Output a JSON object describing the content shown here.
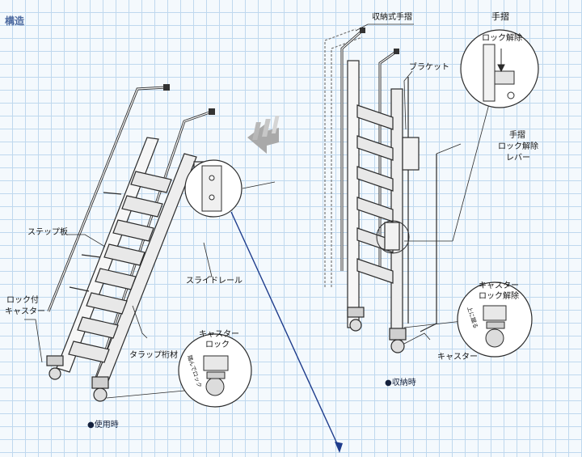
{
  "title": "構造",
  "labels": {
    "step_board": "ステップ板",
    "lock_caster_1": "ロック付",
    "lock_caster_2": "キャスター",
    "slide_rail": "スライドレール",
    "trap_beam": "タラップ桁材",
    "caster_lock_1": "キャスター",
    "caster_lock_2": "ロック",
    "press_text": "踏んでロック",
    "storage_handrail": "収納式手摺",
    "bracket": "ブラケット",
    "handrail_title": "手摺",
    "lock_release": "ロック解除",
    "lever_1": "手摺",
    "lever_2": "ロック解除",
    "lever_3": "レバー",
    "caster_release_1": "キャスター",
    "caster_release_2": "ロック解除",
    "kick_text": "上に蹴る",
    "caster": "キャスター"
  },
  "captions": {
    "in_use": "●使用時",
    "stored": "●収納時"
  },
  "colors": {
    "title": "#4d6aa0",
    "grid": "#bfd8ee",
    "line": "#2b2b2b",
    "arrow_blue": "#1e3c8c",
    "caption": "#14213d"
  }
}
